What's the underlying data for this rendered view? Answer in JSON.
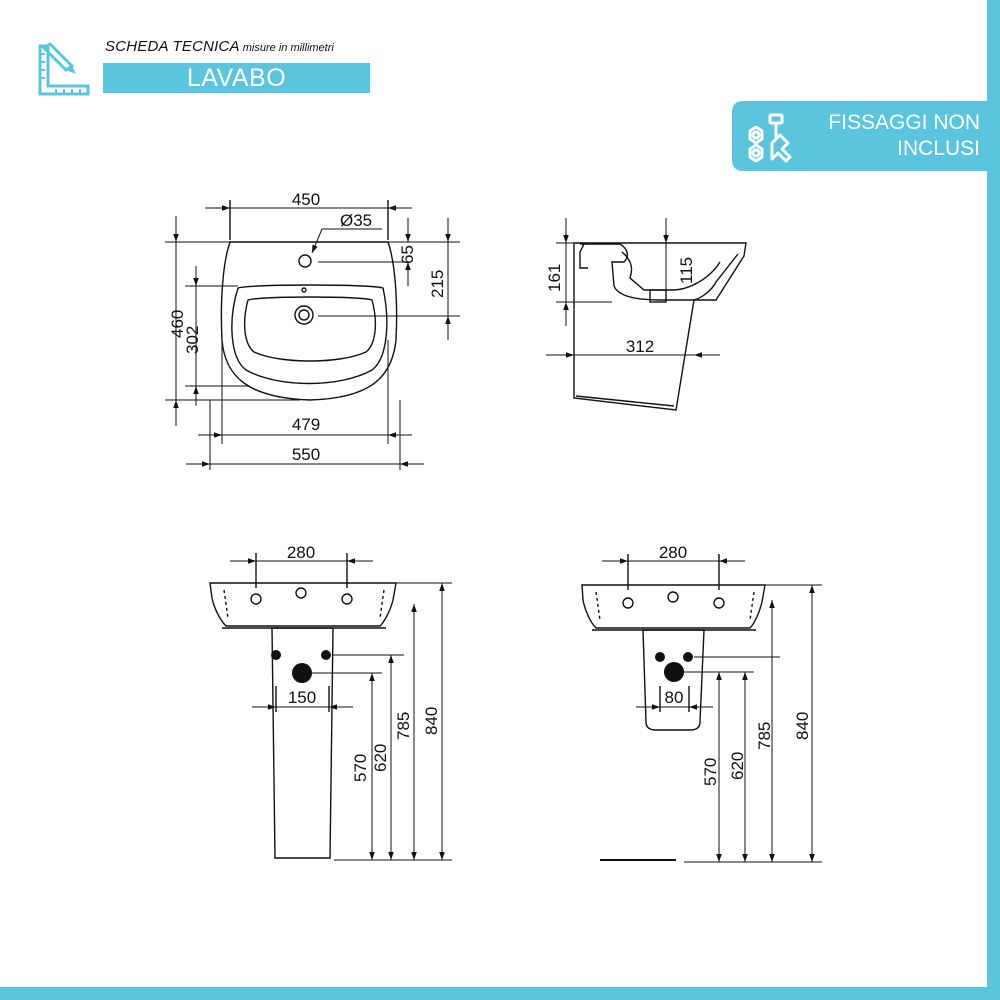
{
  "header": {
    "title": "SCHEDA TECNICA",
    "subtitle": "misure in millimetri",
    "banner": "LAVABO"
  },
  "badge": {
    "line1": "FISSAGGI NON",
    "line2": "INCLUSI"
  },
  "colors": {
    "accent": "#5bc5e0",
    "line": "#111111"
  },
  "icons": {
    "header": "drafting-ruler-pencil-icon",
    "badge": "bolts-nuts-icon"
  },
  "dimensions": {
    "top_view": {
      "width_top": "450",
      "hole_diameter": "Ø35",
      "hole_offset": "65",
      "depth_to_drain": "215",
      "depth_total": "460",
      "basin_depth": "302",
      "basin_width": "479",
      "width_total": "550"
    },
    "side_view": {
      "height": "161",
      "bowl_depth": "115",
      "projection": "312"
    },
    "front_pedestal": {
      "hole_spacing": "280",
      "drain_width": "150",
      "h1": "570",
      "h2": "620",
      "h3": "785",
      "h4": "840"
    },
    "front_semipedestal": {
      "hole_spacing": "280",
      "drain_width": "80",
      "h1": "570",
      "h2": "620",
      "h3": "785",
      "h4": "840"
    }
  }
}
